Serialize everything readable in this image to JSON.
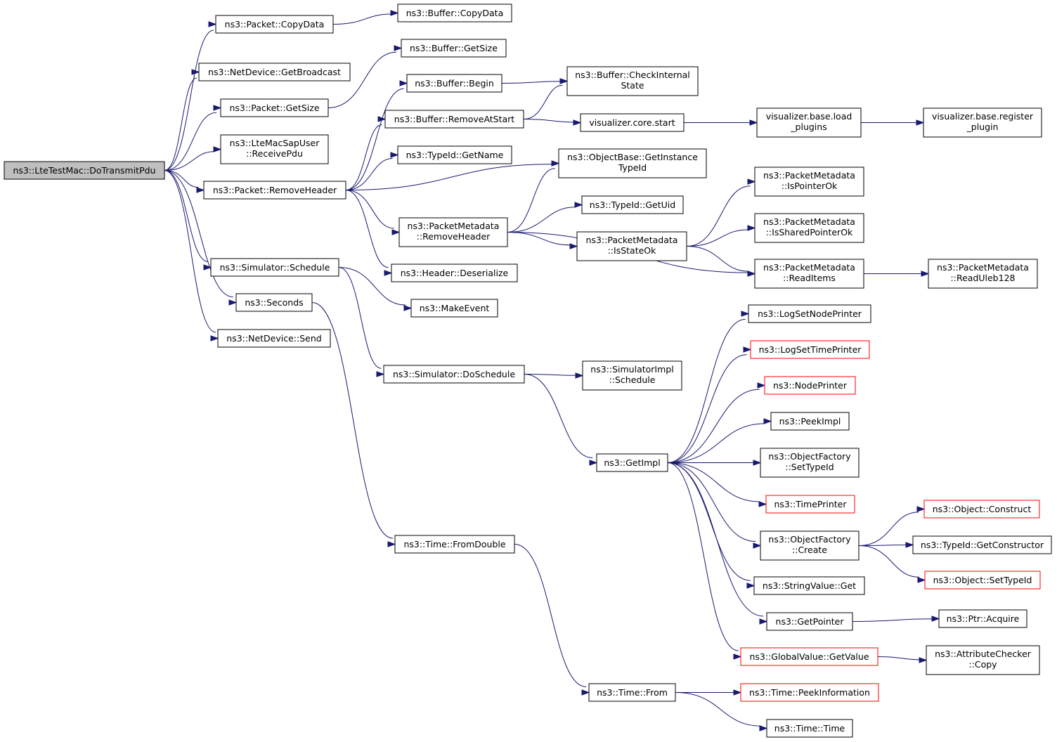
{
  "colors": {
    "edge": "#191970",
    "box_border": "#000000",
    "box_border_truncated": "#ff0000",
    "root_fill": "#bfbfbf",
    "box_fill": "#ffffff"
  },
  "nodes": {
    "root": [
      "ns3::LteTestMac::DoTransmitPdu"
    ],
    "packet_copydata": [
      "ns3::Packet::CopyData"
    ],
    "buffer_copydata": [
      "ns3::Buffer::CopyData"
    ],
    "netdevice_getbroadcast": [
      "ns3::NetDevice::GetBroadcast"
    ],
    "buffer_getsize": [
      "ns3::Buffer::GetSize"
    ],
    "buffer_begin": [
      "ns3::Buffer::Begin"
    ],
    "buffer_checkinternalstate": [
      "ns3::Buffer::CheckInternal",
      "State"
    ],
    "packet_getsize": [
      "ns3::Packet::GetSize"
    ],
    "buffer_removeatstart": [
      "ns3::Buffer::RemoveAtStart"
    ],
    "viz_core_start": [
      "visualizer.core.start"
    ],
    "viz_base_load_plugins": [
      "visualizer.base.load",
      "_plugins"
    ],
    "viz_base_register_plugin": [
      "visualizer.base.register",
      "_plugin"
    ],
    "ltemacsapuser_receivepdu": [
      "ns3::LteMacSapUser",
      "::ReceivePdu"
    ],
    "typeid_getname": [
      "ns3::TypeId::GetName"
    ],
    "objectbase_getinstancetypeid": [
      "ns3::ObjectBase::GetInstance",
      "TypeId"
    ],
    "packet_removeheader": [
      "ns3::Packet::RemoveHeader"
    ],
    "pm_ispointerok": [
      "ns3::PacketMetadata",
      "::IsPointerOk"
    ],
    "typeid_getuid": [
      "ns3::TypeId::GetUid"
    ],
    "pm_removeheader": [
      "ns3::PacketMetadata",
      "::RemoveHeader"
    ],
    "pm_issharedpointerok": [
      "ns3::PacketMetadata",
      "::IsSharedPointerOk"
    ],
    "pm_isstateok": [
      "ns3::PacketMetadata",
      "::IsStateOk"
    ],
    "simulator_schedule": [
      "ns3::Simulator::Schedule"
    ],
    "header_deserialize": [
      "ns3::Header::Deserialize"
    ],
    "pm_readitems": [
      "ns3::PacketMetadata",
      "::ReadItems"
    ],
    "pm_readuleb128": [
      "ns3::PacketMetadata",
      "::ReadUleb128"
    ],
    "seconds": [
      "ns3::Seconds"
    ],
    "makeevent": [
      "ns3::MakeEvent"
    ],
    "logsetnodeprinter": [
      "ns3::LogSetNodePrinter"
    ],
    "netdevice_send": [
      "ns3::NetDevice::Send"
    ],
    "logsettimeprinter": [
      "ns3::LogSetTimePrinter"
    ],
    "simulator_doschedule": [
      "ns3::Simulator::DoSchedule"
    ],
    "simulatorimpl_schedule": [
      "ns3::SimulatorImpl",
      "::Schedule"
    ],
    "nodeprinter": [
      "ns3::NodePrinter"
    ],
    "peekimpl": [
      "ns3::PeekImpl"
    ],
    "getimpl": [
      "ns3::GetImpl"
    ],
    "objectfactory_settypeid": [
      "ns3::ObjectFactory",
      "::SetTypeId"
    ],
    "timeprinter": [
      "ns3::TimePrinter"
    ],
    "object_construct": [
      "ns3::Object::Construct"
    ],
    "objectfactory_create": [
      "ns3::ObjectFactory",
      "::Create"
    ],
    "typeid_getconstructor": [
      "ns3::TypeId::GetConstructor"
    ],
    "time_fromdouble": [
      "ns3::Time::FromDouble"
    ],
    "object_settypeid": [
      "ns3::Object::SetTypeId"
    ],
    "stringvalue_get": [
      "ns3::StringValue::Get"
    ],
    "getpointer": [
      "ns3::GetPointer"
    ],
    "ptr_acquire": [
      "ns3::Ptr::Acquire"
    ],
    "globalvalue_getvalue": [
      "ns3::GlobalValue::GetValue"
    ],
    "attributechecker_copy": [
      "ns3::AttributeChecker",
      "::Copy"
    ],
    "time_from": [
      "ns3::Time::From"
    ],
    "time_peekinformation": [
      "ns3::Time::PeekInformation"
    ],
    "time_time": [
      "ns3::Time::Time"
    ]
  },
  "edges": [
    [
      "root",
      "packet_copydata"
    ],
    [
      "root",
      "netdevice_getbroadcast"
    ],
    [
      "root",
      "packet_getsize"
    ],
    [
      "root",
      "ltemacsapuser_receivepdu"
    ],
    [
      "root",
      "packet_removeheader"
    ],
    [
      "root",
      "simulator_schedule"
    ],
    [
      "root",
      "seconds"
    ],
    [
      "root",
      "netdevice_send"
    ],
    [
      "packet_copydata",
      "buffer_copydata"
    ],
    [
      "packet_getsize",
      "buffer_getsize"
    ],
    [
      "packet_removeheader",
      "buffer_begin"
    ],
    [
      "packet_removeheader",
      "buffer_removeatstart"
    ],
    [
      "packet_removeheader",
      "typeid_getname"
    ],
    [
      "packet_removeheader",
      "objectbase_getinstancetypeid"
    ],
    [
      "packet_removeheader",
      "pm_removeheader"
    ],
    [
      "packet_removeheader",
      "header_deserialize"
    ],
    [
      "buffer_begin",
      "buffer_checkinternalstate"
    ],
    [
      "buffer_removeatstart",
      "buffer_checkinternalstate"
    ],
    [
      "buffer_removeatstart",
      "viz_core_start"
    ],
    [
      "viz_core_start",
      "viz_base_load_plugins"
    ],
    [
      "viz_base_load_plugins",
      "viz_base_register_plugin"
    ],
    [
      "pm_removeheader",
      "objectbase_getinstancetypeid"
    ],
    [
      "pm_removeheader",
      "typeid_getuid"
    ],
    [
      "pm_removeheader",
      "pm_isstateok"
    ],
    [
      "pm_removeheader",
      "pm_readitems"
    ],
    [
      "pm_isstateok",
      "pm_ispointerok"
    ],
    [
      "pm_isstateok",
      "pm_issharedpointerok"
    ],
    [
      "pm_isstateok",
      "pm_readitems"
    ],
    [
      "pm_readitems",
      "pm_readuleb128"
    ],
    [
      "simulator_schedule",
      "makeevent"
    ],
    [
      "simulator_schedule",
      "simulator_doschedule"
    ],
    [
      "simulator_doschedule",
      "simulatorimpl_schedule"
    ],
    [
      "simulator_doschedule",
      "getimpl"
    ],
    [
      "seconds",
      "time_fromdouble"
    ],
    [
      "time_fromdouble",
      "time_from"
    ],
    [
      "getimpl",
      "logsetnodeprinter"
    ],
    [
      "getimpl",
      "logsettimeprinter"
    ],
    [
      "getimpl",
      "nodeprinter"
    ],
    [
      "getimpl",
      "peekimpl"
    ],
    [
      "getimpl",
      "objectfactory_settypeid"
    ],
    [
      "getimpl",
      "timeprinter"
    ],
    [
      "getimpl",
      "objectfactory_create"
    ],
    [
      "getimpl",
      "stringvalue_get"
    ],
    [
      "getimpl",
      "getpointer"
    ],
    [
      "getimpl",
      "globalvalue_getvalue"
    ],
    [
      "objectfactory_create",
      "object_construct"
    ],
    [
      "objectfactory_create",
      "typeid_getconstructor"
    ],
    [
      "objectfactory_create",
      "object_settypeid"
    ],
    [
      "getpointer",
      "ptr_acquire"
    ],
    [
      "globalvalue_getvalue",
      "attributechecker_copy"
    ],
    [
      "time_from",
      "time_peekinformation"
    ],
    [
      "time_from",
      "time_time"
    ]
  ]
}
